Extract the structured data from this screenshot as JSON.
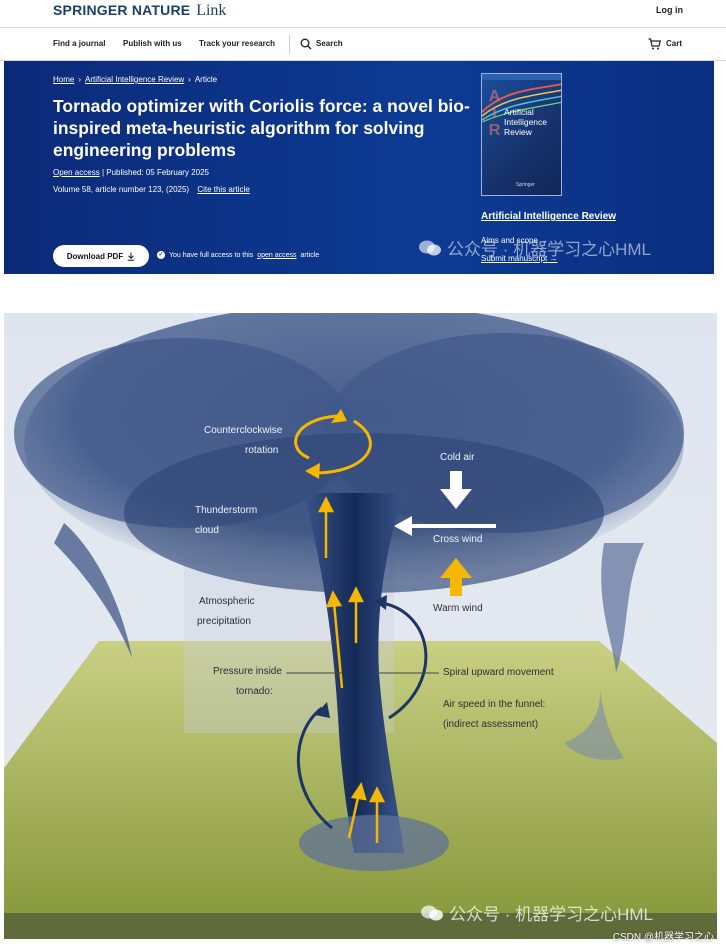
{
  "header": {
    "logo_brand": "SPRINGER NATURE",
    "logo_link": "Link",
    "login": "Log in"
  },
  "nav": {
    "find_journal": "Find a journal",
    "publish": "Publish with us",
    "track": "Track your research",
    "search": "Search",
    "cart": "Cart"
  },
  "breadcrumb": {
    "home": "Home",
    "journal": "Artificial Intelligence Review",
    "current": "Article"
  },
  "article": {
    "title": "Tornado optimizer with Coriolis force: a novel bio-inspired meta-heuristic algorithm for solving engineering problems",
    "open_access": "Open access",
    "published": "| Published: 05 February 2025",
    "volume": "Volume 58, article number 123, (2025)",
    "cite": "Cite this article",
    "download": "Download PDF",
    "access_prefix": "You have full access to this",
    "access_link": "open access",
    "access_suffix": "article"
  },
  "journal_card": {
    "cover_title": "Artificial Intelligence Review",
    "cover_letters": "AIR",
    "cover_publisher": "Springer",
    "name": "Artificial Intelligence Review",
    "aims": "Aims and scope →",
    "submit": "Submit manuscript →"
  },
  "watermark": {
    "text_top": "公众号 · 机器学习之心HML",
    "text_bottom": "公众号 · 机器学习之心HML"
  },
  "figure": {
    "labels": {
      "counterclockwise": "Counterclockwise",
      "rotation": "rotation",
      "thunderstorm": "Thunderstorm",
      "cloud": "cloud",
      "cold_air": "Cold air",
      "cross_wind": "Cross wind",
      "warm_wind": "Warm wind",
      "atmospheric": "Atmospheric",
      "precipitation": "precipitation",
      "pressure": "Pressure inside",
      "tornado": "tornado:",
      "spiral": "Spiral upward movement",
      "air_speed": "Air speed in the funnel:",
      "indirect": "(indirect assessment)"
    }
  },
  "footer": {
    "csdn": "CSDN @机器学习之心"
  },
  "colors": {
    "hero_blue": "#0d3b94",
    "arrow_yellow": "#f5b700",
    "ground_green": "#9aa94e",
    "funnel_navy": "#1d3566"
  }
}
